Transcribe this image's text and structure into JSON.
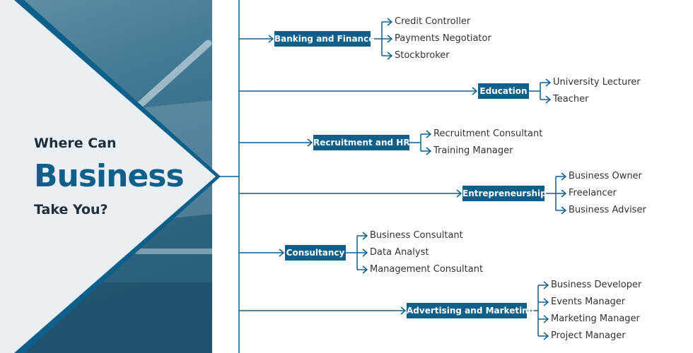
{
  "title": {
    "line1": "Where Can",
    "line2": "Business",
    "line3": "Take You?"
  },
  "colors": {
    "accent": "#0e5f8a",
    "line": "#0e5f8a",
    "text": "#333333",
    "heading": "#1f2e3a"
  },
  "categories": [
    {
      "label": "Banking and Finance",
      "roles": [
        "Credit Controller",
        "Payments Negotiator",
        "Stockbroker"
      ]
    },
    {
      "label": "Education",
      "roles": [
        "University Lecturer",
        "Teacher"
      ]
    },
    {
      "label": "Recruitment and HR",
      "roles": [
        "Recruitment Consultant",
        "Training Manager"
      ]
    },
    {
      "label": "Entrepreneurship",
      "roles": [
        "Business Owner",
        "Freelancer",
        "Business Adviser"
      ]
    },
    {
      "label": "Consultancy",
      "roles": [
        "Business Consultant",
        "Data Analyst",
        "Management Consultant"
      ]
    },
    {
      "label": "Advertising and Marketing",
      "roles": [
        "Business Developer",
        "Events Manager",
        "Marketing Manager",
        "Project Manager"
      ]
    }
  ]
}
